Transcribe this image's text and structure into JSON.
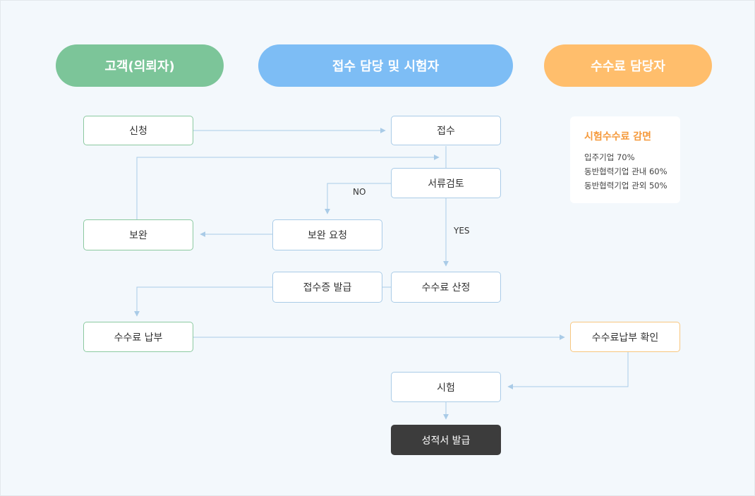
{
  "lanes": {
    "customer": "고객(의뢰자)",
    "reception": "접수 담당 및 시험자",
    "fee": "수수료 담당자"
  },
  "nodes": {
    "apply": "신청",
    "receive": "접수",
    "doc_review": "서류검토",
    "supplement": "보완",
    "supplement_request": "보완 요청",
    "receipt_issue": "접수증 발급",
    "fee_calc": "수수료 산정",
    "fee_payment": "수수료 납부",
    "fee_confirm": "수수료납부 확인",
    "test": "시험",
    "report_issue": "성적서 발급"
  },
  "edge_labels": {
    "no": "NO",
    "yes": "YES"
  },
  "discount": {
    "title": "시험수수료 감면",
    "lines": [
      "입주기업 70%",
      "동반협력기업 관내 60%",
      "동반협력기업 관외 50%"
    ]
  },
  "colors": {
    "customer_lane": "#7cc599",
    "reception_lane": "#7dbdf5",
    "fee_lane": "#ffbe6c",
    "connector": "#a9cbe7",
    "discount_title": "#f59a3c",
    "final_box": "#3c3c3c"
  }
}
